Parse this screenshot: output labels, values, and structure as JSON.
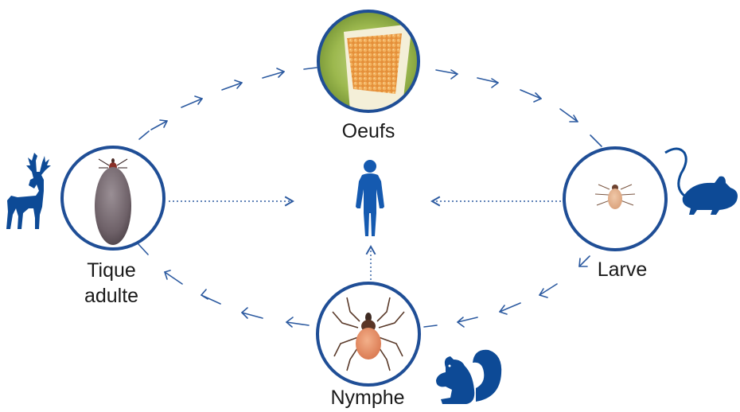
{
  "stages": {
    "eggs": {
      "label": "Oeufs"
    },
    "larva": {
      "label": "Larve"
    },
    "nymph": {
      "label": "Nymphe"
    },
    "adult": {
      "label_line1": "Tique",
      "label_line2": "adulte"
    }
  },
  "hosts": {
    "adult": "deer-icon",
    "larva": "mouse-icon",
    "nymph": "squirrel-icon",
    "center": "human-icon"
  },
  "colors": {
    "circle_stroke": "#1f4e96",
    "arrow": "#2c5aa0",
    "host_fill": "#0d4a96",
    "human_fill": "#155ab0"
  }
}
